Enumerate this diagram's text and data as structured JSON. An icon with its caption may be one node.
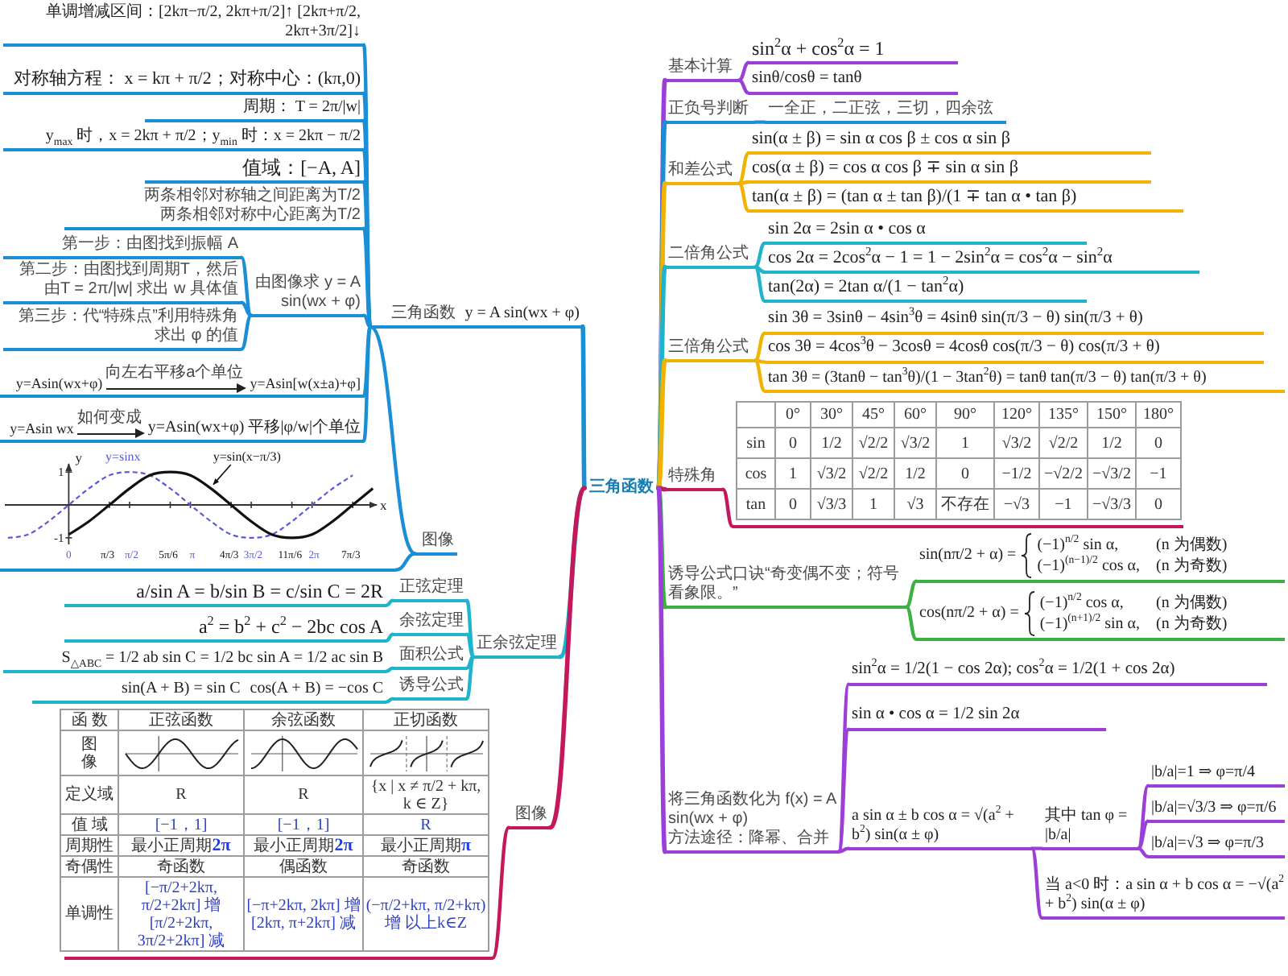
{
  "diagram": {
    "nodes": [
      {
        "text": [
          "三角函数"
        ]
      },
      {
        "text": [
          "三角函数",
          "y = A sin(wx + φ)"
        ]
      },
      {
        "text": [
          "单调增减区间：[2kπ−π/2, 2kπ+π/2]↑ [2kπ+π/2, 2kπ+3π/2]↓"
        ]
      },
      {
        "text": [
          "对称轴方程： x = kπ + π/2；对称中心：(kπ,0)"
        ]
      },
      {
        "text": [
          "周期： T = 2π/|w|"
        ]
      },
      {
        "text": [
          "y$_{max}$ 时，x = 2kπ + π/2；y$_{min}$ 时：x = 2kπ − π/2"
        ]
      },
      {
        "text": [
          "值域：[−A, A]"
        ]
      },
      {
        "text": [
          "两条相邻对称轴之间距离为T/2",
          "两条相邻对称中心距离为T/2"
        ]
      },
      {
        "text": [
          "由图像求 y = A sin(wx + φ)"
        ]
      },
      {
        "text": [
          "第一步：由图找到振幅 A"
        ]
      },
      {
        "text": [
          "第二步：由图找到周期T，然后由T = 2π/|w| 求出 w 具体值"
        ]
      },
      {
        "text": [
          "第三步：代“特殊点”利用特殊角求出 φ 的值"
        ]
      },
      {
        "text": [
          "y=Asin(wx+φ)",
          "向左右平移a个单位",
          "y=Asin[w(x±a)+φ]"
        ]
      },
      {
        "text": [
          "y=Asin wx",
          "如何变成",
          "y=Asin(wx+φ) 平移|φ/w|个单位"
        ]
      },
      {
        "text": [
          "图像"
        ]
      },
      {
        "text": [],
        "shape": "chart"
      },
      {
        "text": [
          "正余弦定理"
        ]
      },
      {
        "text": [
          "正弦定理"
        ]
      },
      {
        "text": [
          "a/sin A = b/sin B = c/sin C = 2R"
        ]
      },
      {
        "text": [
          "余弦定理"
        ]
      },
      {
        "text": [
          "a$^{2}$ = b$^{2}$ + c$^{2}$ − 2bc cos A"
        ]
      },
      {
        "text": [
          "面积公式"
        ]
      },
      {
        "text": [
          "S$_{△ABC}$ = 1/2 ab sin C = 1/2 bc sin A = 1/2 ac sin B"
        ]
      },
      {
        "text": [
          "诱导公式"
        ]
      },
      {
        "text": [
          "sin(A + B) = sin C",
          "cos(A + B) = −cos C"
        ]
      },
      {
        "text": [
          "图像"
        ]
      },
      {
        "text": [],
        "shape": "table"
      },
      {
        "text": [
          "基本计算"
        ]
      },
      {
        "text": [
          "sin$^{2}$α + cos$^{2}$α = 1"
        ]
      },
      {
        "text": [
          "sinθ/cosθ = tanθ"
        ]
      },
      {
        "text": [
          "正负号判断"
        ]
      },
      {
        "text": [
          "一全正，二正弦，三切，四余弦"
        ]
      },
      {
        "text": [
          "和差公式"
        ]
      },
      {
        "text": [
          "sin(α ± β) = sin α cos β ± cos α sin β"
        ]
      },
      {
        "text": [
          "cos(α ± β) = cos α cos β ∓ sin α sin β"
        ]
      },
      {
        "text": [
          "tan(α ± β) = (tan α ± tan β)/(1 ∓ tan α • tan β)"
        ]
      },
      {
        "text": [
          "二倍角公式"
        ]
      },
      {
        "text": [
          "sin 2α = 2sin α • cos α"
        ]
      },
      {
        "text": [
          "cos 2α = 2cos$^{2}$α − 1 = 1 − 2sin$^{2}$α = cos$^{2}$α − sin$^{2}$α"
        ]
      },
      {
        "text": [
          "tan(2α) = 2tan α/(1 − tan$^{2}$α)"
        ]
      },
      {
        "text": [
          "三倍角公式"
        ]
      },
      {
        "text": [
          "sin 3θ = 3sinθ − 4sin$^{3}$θ = 4sinθ sin(π/3 − θ) sin(π/3 + θ)"
        ]
      },
      {
        "text": [
          "cos 3θ = 4cos$^{3}$θ − 3cosθ = 4cosθ cos(π/3 − θ) cos(π/3 + θ)"
        ]
      },
      {
        "text": [
          "tan 3θ = (3tanθ − tan$^{3}$θ)/(1 − 3tan$^{2}$θ) = tanθ tan(π/3 − θ) tan(π/3 + θ)"
        ]
      },
      {
        "text": [
          "特殊角"
        ]
      },
      {
        "text": [],
        "shape": "table"
      },
      {
        "text": [
          "诱导公式口诀“奇变偶不变；符号看象限。”"
        ]
      },
      {
        "text": [
          "sin(nπ/2 + α) =",
          "(−1)$^{n/2}$ sin α,",
          "(n 为偶数)",
          "(−1)$^{(n−1)/2}$ cos α,",
          "(n 为奇数)"
        ]
      },
      {
        "text": [
          "cos(nπ/2 + α) =",
          "(−1)$^{n/2}$ cos α,",
          "(n 为偶数)",
          "(−1)$^{(n+1)/2}$ sin α,",
          "(n 为奇数)"
        ]
      },
      {
        "text": [
          "将三角函数化为 f(x) = A sin(wx + φ)",
          "方法途径：降幂、合并"
        ]
      },
      {
        "text": [
          "sin$^{2}$α = 1/2(1 − cos 2α); cos$^{2}$α = 1/2(1 + cos 2α)"
        ]
      },
      {
        "text": [
          "sin α • cos α = 1/2 sin 2α"
        ]
      },
      {
        "text": [
          "a sin α ± b cos α = √(a$^{2}$ + b$^{2}$) sin(α ± φ)"
        ]
      },
      {
        "text": [
          "其中 tan φ = |b/a|"
        ]
      },
      {
        "text": [
          "|b/a|=1 ⇒ φ=π/4"
        ]
      },
      {
        "text": [
          "|b/a|=√3/3 ⇒ φ=π/6"
        ]
      },
      {
        "text": [
          "|b/a|=√3 ⇒ φ=π/3"
        ]
      },
      {
        "text": [
          "当 a<0 时：a sin α + b cos α = −√(a$^{2}$ + b$^{2}$) sin(α ± φ)"
        ]
      }
    ],
    "edges": [
      {
        "from": 0,
        "to": 1,
        "arrow": "none"
      },
      {
        "from": 1,
        "to": 2,
        "arrow": "none"
      },
      {
        "from": 1,
        "to": 3,
        "arrow": "none"
      },
      {
        "from": 1,
        "to": 4,
        "arrow": "none"
      },
      {
        "from": 1,
        "to": 5,
        "arrow": "none"
      },
      {
        "from": 1,
        "to": 6,
        "arrow": "none"
      },
      {
        "from": 1,
        "to": 7,
        "arrow": "none"
      },
      {
        "from": 1,
        "to": 8,
        "arrow": "none"
      },
      {
        "from": 8,
        "to": 9,
        "arrow": "none"
      },
      {
        "from": 8,
        "to": 10,
        "arrow": "none"
      },
      {
        "from": 8,
        "to": 11,
        "arrow": "none"
      },
      {
        "from": 1,
        "to": 12,
        "arrow": "none"
      },
      {
        "from": 1,
        "to": 13,
        "arrow": "none"
      },
      {
        "from": 1,
        "to": 14,
        "arrow": "none"
      },
      {
        "from": 14,
        "to": 15,
        "arrow": "none"
      },
      {
        "from": 0,
        "to": 16,
        "arrow": "none",
        "color": "#1fb4cc"
      },
      {
        "from": 16,
        "to": 17,
        "arrow": "none",
        "color": "#1fb4cc"
      },
      {
        "from": 17,
        "to": 18,
        "arrow": "none",
        "color": "#1fb4cc"
      },
      {
        "from": 16,
        "to": 19,
        "arrow": "none",
        "color": "#1fb4cc"
      },
      {
        "from": 19,
        "to": 20,
        "arrow": "none",
        "color": "#1fb4cc"
      },
      {
        "from": 16,
        "to": 21,
        "arrow": "none",
        "color": "#1fb4cc"
      },
      {
        "from": 21,
        "to": 22,
        "arrow": "none",
        "color": "#1fb4cc"
      },
      {
        "from": 16,
        "to": 23,
        "arrow": "none",
        "color": "#1fb4cc"
      },
      {
        "from": 23,
        "to": 24,
        "arrow": "none",
        "color": "#1fb4cc"
      },
      {
        "from": 0,
        "to": 25,
        "arrow": "none",
        "color": "#c4185a"
      },
      {
        "from": 25,
        "to": 26,
        "arrow": "none",
        "color": "#c4185a"
      },
      {
        "from": 0,
        "to": 27,
        "arrow": "none",
        "color": "#9b3fd8"
      },
      {
        "from": 27,
        "to": 28,
        "arrow": "none",
        "color": "#9b3fd8"
      },
      {
        "from": 27,
        "to": 29,
        "arrow": "none",
        "color": "#9b3fd8"
      },
      {
        "from": 0,
        "to": 30,
        "arrow": "none"
      },
      {
        "from": 30,
        "to": 31,
        "arrow": "none"
      },
      {
        "from": 0,
        "to": 32,
        "arrow": "none",
        "color": "#f2b200"
      },
      {
        "from": 32,
        "to": 33,
        "arrow": "none",
        "color": "#f2b200"
      },
      {
        "from": 32,
        "to": 34,
        "arrow": "none",
        "color": "#f2b200"
      },
      {
        "from": 32,
        "to": 35,
        "arrow": "none",
        "color": "#f2b200"
      },
      {
        "from": 0,
        "to": 36,
        "arrow": "none",
        "color": "#1fb4cc"
      },
      {
        "from": 36,
        "to": 37,
        "arrow": "none",
        "color": "#1fb4cc"
      },
      {
        "from": 36,
        "to": 38,
        "arrow": "none",
        "color": "#1fb4cc"
      },
      {
        "from": 36,
        "to": 39,
        "arrow": "none",
        "color": "#1fb4cc"
      },
      {
        "from": 0,
        "to": 40,
        "arrow": "none",
        "color": "#f2b200"
      },
      {
        "from": 40,
        "to": 41,
        "arrow": "none",
        "color": "#f2b200"
      },
      {
        "from": 40,
        "to": 42,
        "arrow": "none",
        "color": "#f2b200"
      },
      {
        "from": 40,
        "to": 43,
        "arrow": "none",
        "color": "#f2b200"
      },
      {
        "from": 0,
        "to": 44,
        "arrow": "none",
        "color": "#c4185a"
      },
      {
        "from": 44,
        "to": 45,
        "arrow": "none",
        "color": "#c4185a"
      },
      {
        "from": 0,
        "to": 46,
        "arrow": "none",
        "color": "#3cb043"
      },
      {
        "from": 46,
        "to": 47,
        "arrow": "none",
        "color": "#3cb043"
      },
      {
        "from": 46,
        "to": 48,
        "arrow": "none",
        "color": "#3cb043"
      },
      {
        "from": 0,
        "to": 49,
        "arrow": "none",
        "color": "#9b3fd8"
      },
      {
        "from": 49,
        "to": 50,
        "arrow": "none",
        "color": "#9b3fd8"
      },
      {
        "from": 49,
        "to": 51,
        "arrow": "none",
        "color": "#9b3fd8"
      },
      {
        "from": 49,
        "to": 52,
        "arrow": "none",
        "color": "#9b3fd8"
      },
      {
        "from": 52,
        "to": 53,
        "arrow": "none",
        "color": "#9b3fd8"
      },
      {
        "from": 53,
        "to": 54,
        "arrow": "none",
        "color": "#9b3fd8"
      },
      {
        "from": 53,
        "to": 55,
        "arrow": "none",
        "color": "#9b3fd8"
      },
      {
        "from": 53,
        "to": 56,
        "arrow": "none",
        "color": "#9b3fd8"
      },
      {
        "from": 52,
        "to": 57,
        "arrow": "none",
        "color": "#9b3fd8"
      }
    ],
    "labels": [
      "函 数",
      "正弦函数",
      "余弦函数",
      "正切函数",
      "图像",
      "定义域",
      "R",
      "R",
      "{x | x ≠ π/2 + kπ, k ∈ Z}",
      "值 域",
      "[−1，1]",
      "[−1，1]",
      "R",
      "周期性",
      "最小正周期**2π**",
      "最小正周期**2π**",
      "最小正周期**π**",
      "奇偶性",
      "奇函数",
      "偶函数",
      "奇函数",
      "单调性",
      "[−π/2+2kπ, π/2+2kπ] 增 [π/2+2kπ, 3π/2+2kπ] 减",
      "[−π+2kπ, 2kπ] 增 [2kπ, π+2kπ] 减",
      "(−π/2+kπ, π/2+kπ) 增 以上k∈Z",
      "0°",
      "30°",
      "45°",
      "60°",
      "90°",
      "120°",
      "135°",
      "150°",
      "180°",
      "sin",
      "0",
      "1/2",
      "√2/2",
      "√3/2",
      "1",
      "√3/2",
      "√2/2",
      "1/2",
      "0",
      "cos",
      "1",
      "√3/2",
      "√2/2",
      "1/2",
      "0",
      "−1/2",
      "−√2/2",
      "−√3/2",
      "−1",
      "tan",
      "0",
      "√3/3",
      "1",
      "√3",
      "不存在",
      "−√3",
      "−1",
      "−√3/3",
      "0"
    ],
    "chart_data": {
      "type": "line",
      "xlabel": "x",
      "ylabel": "y",
      "x": [
        -1.57,
        -1.05,
        -0.52,
        0,
        0.52,
        1.05,
        1.57,
        2.09,
        2.62,
        3.14,
        3.67,
        4.19,
        4.71,
        5.24,
        5.76,
        6.28,
        6.81,
        7.33,
        7.85
      ],
      "series": [
        {
          "name": "y=sinx",
          "color": "#5a5ad8",
          "line_style": "dashed",
          "values": [
            -1,
            -0.9,
            -0.5,
            0,
            0.5,
            0.9,
            1,
            0.9,
            0.5,
            0,
            -0.5,
            -0.9,
            -1,
            -0.9,
            -0.5,
            0,
            0.5,
            0.9,
            null
          ]
        },
        {
          "name": "y=sin(x−π/3)",
          "color": "#111111",
          "values": [
            null,
            null,
            null,
            -0.9,
            -0.5,
            0,
            0.5,
            0.9,
            1,
            0.9,
            0.5,
            0,
            -0.5,
            -0.9,
            -1,
            -0.9,
            -0.5,
            0,
            0.5
          ]
        }
      ],
      "xlim": [
        -1.65,
        7.95
      ],
      "ylim": [
        -1.2,
        1.25
      ],
      "xticks": [
        {
          "value": 0,
          "label": "0"
        },
        {
          "value": 1.05,
          "label": "π/3"
        },
        {
          "value": 1.57,
          "label": "π/2"
        },
        {
          "value": 2.62,
          "label": "5π/6"
        },
        {
          "value": 3.14,
          "label": "π"
        },
        {
          "value": 4.19,
          "label": "4π/3"
        },
        {
          "value": 4.71,
          "label": "3π/2"
        },
        {
          "value": 5.76,
          "label": "11π/6"
        },
        {
          "value": 6.28,
          "label": "2π"
        },
        {
          "value": 7.33,
          "label": "7π/3"
        }
      ],
      "yticks": [
        {
          "value": 1,
          "label": "1"
        },
        {
          "value": -1,
          "label": "-1"
        }
      ]
    }
  }
}
